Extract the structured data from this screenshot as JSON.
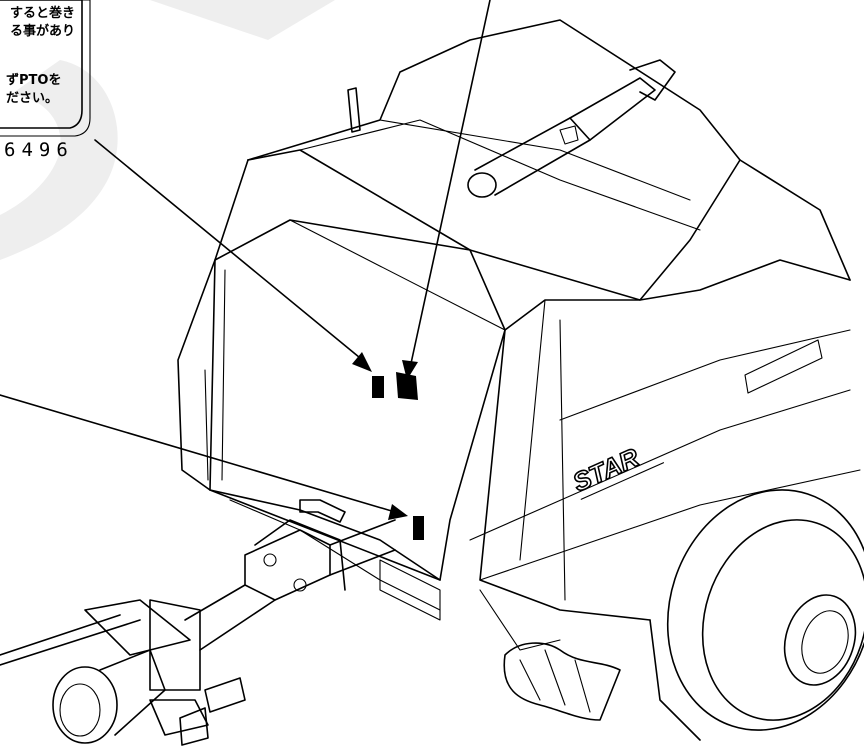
{
  "warning_label": {
    "line1": "すると巻き",
    "line2": "る事があり",
    "line3": "ずPTOを",
    "line4": "ださい。",
    "part_number": "6496"
  },
  "machine": {
    "brand": "STAR"
  },
  "colors": {
    "ink": "#000000",
    "watermark": "#eeeeee",
    "background": "#ffffff"
  }
}
